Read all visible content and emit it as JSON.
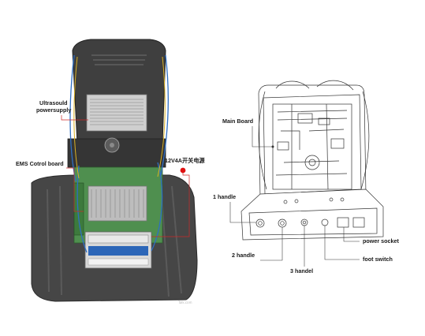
{
  "left_figure": {
    "labels": {
      "ultrasound_powersupply": [
        "Ultrasould",
        "powersupply"
      ],
      "ems_control_board": "EMS Cotrol board",
      "psu_12v4a": "12V4A开关电源"
    },
    "watermark": "Talk.com"
  },
  "right_figure": {
    "labels": {
      "main_board": "Main Board",
      "handle_1": "1 handle",
      "handle_2": "2 handle",
      "handle_3": "3 handel",
      "power_socket": "power socket",
      "foot_switch": "foot switch"
    }
  },
  "colors": {
    "leader_red": "#cc2a2a",
    "marker_red": "#e01010",
    "machine_dark": "#3d3d3d",
    "board_green": "#4f8f4f",
    "wire_blue": "#2f6fc4",
    "lineart": "#333333"
  }
}
